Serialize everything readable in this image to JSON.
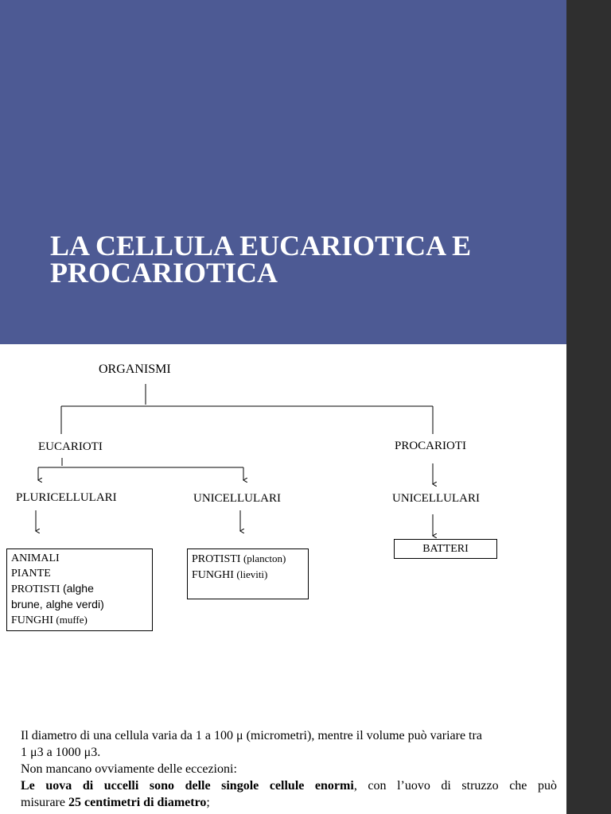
{
  "title": {
    "line1": "LA CELLULA EUCARIOTICA E",
    "line2": "PROCARIOTICA"
  },
  "tree": {
    "root": "ORGANISMI",
    "eucarioti": {
      "label": "EUCARIOTI",
      "pluricellulari": {
        "label": "PLURICELLULARI",
        "items": {
          "animali": "ANIMALI",
          "piante": "PIANTE",
          "protisti_prefix": "PROTISTI ",
          "protisti_note_1": " (alghe",
          "protisti_note_2": "brune, alghe verdi)",
          "funghi_prefix": "FUNGHI ",
          "funghi_note": "(muffe)"
        }
      },
      "unicellulari": {
        "label": "UNICELLULARI",
        "items": {
          "protisti_prefix": "PROTISTI ",
          "protisti_note": "(plancton)",
          "funghi_prefix": "FUNGHI ",
          "funghi_note": "(lieviti)"
        }
      }
    },
    "procarioti": {
      "label": "PROCARIOTI",
      "unicellulari": {
        "label": "UNICELLULARI",
        "batteri": "BATTERI"
      }
    }
  },
  "paragraph": {
    "line1": "Il diametro di una cellula varia da 1 a 100 μ (micrometri), mentre il volume può variare tra",
    "line2": "1 μ3 a 1000 μ3.",
    "line3": "Non mancano ovviamente delle eccezioni:",
    "line4_a": "Le ",
    "line4_b": "uova di uccelli sono delle singole cellule enormi",
    "line4_c": ", con l’uovo di struzzo che può",
    "line5_a": "misurare ",
    "line5_b": "25 centimetri di diametro",
    "line5_c": ";"
  },
  "colors": {
    "banner": "#4d5a94",
    "sidebar": "#2f2f2f"
  }
}
